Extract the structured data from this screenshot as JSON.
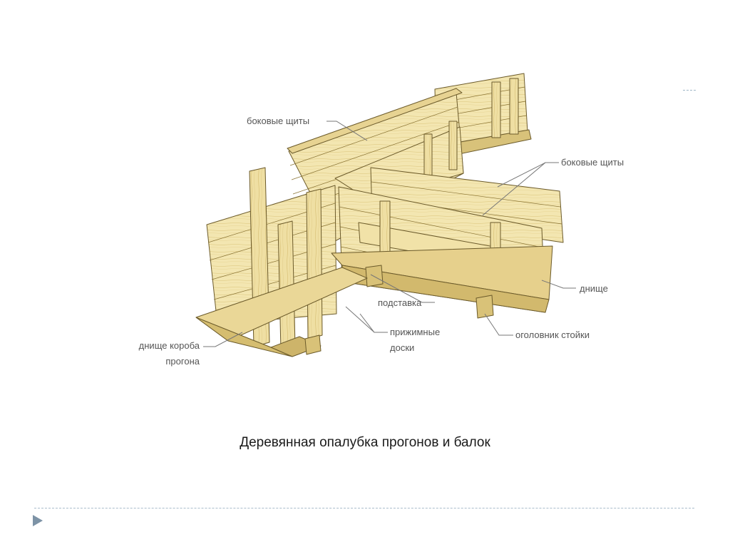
{
  "labels": {
    "side_panels_left": "боковые щиты",
    "side_panels_right": "боковые щиты",
    "bottom_right": "днище",
    "support": "подставка",
    "clamp_boards_line1": "прижимные",
    "clamp_boards_line2": "доски",
    "post_head": "оголовник стойки",
    "girder_box_bottom_line1": "днище короба",
    "girder_box_bottom_line2": "прогона"
  },
  "caption": "Деревянная опалубка прогонов и балок",
  "colors": {
    "wood_light": "#f4e7b4",
    "wood_mid": "#ead79a",
    "wood_dark": "#cdb56a",
    "outline": "#6b5a2a",
    "leader": "#777777",
    "accent_dash": "#9fb6c8"
  },
  "icons": {
    "nav": "triangle-right-icon"
  }
}
